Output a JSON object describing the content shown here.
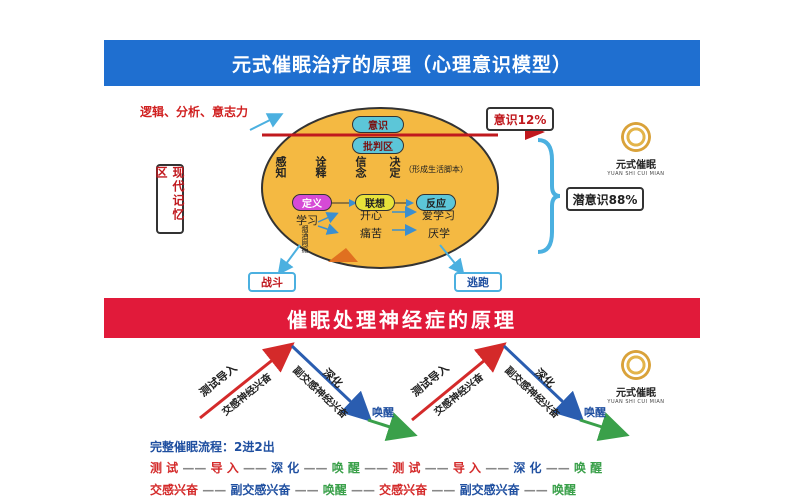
{
  "top_banner": "元式催眠治疗的原理（心理意识模型）",
  "bottom_banner": "催眠处理神经症的原理",
  "model": {
    "top_left_label": "逻辑、分析、意志力",
    "memory_area": "现代记忆区",
    "conscious_box": "意识12%",
    "subconscious_box": "潜意识88%",
    "pill_conscious": "意识",
    "pill_critical": "批判区",
    "row1": [
      "感知",
      "诠释",
      "信念",
      "决定"
    ],
    "script_note": "（形成生活脚本）",
    "pill_meaning": "定义",
    "pill_association": "联想",
    "pill_reaction": "反应",
    "learn": "学习",
    "happy": "开心",
    "love_learning": "爱学习",
    "pain": "痛苦",
    "hate_learning": "厌学",
    "small_vertical": "烟酒网瘾",
    "fight": "战斗",
    "flee": "逃跑"
  },
  "logo": {
    "name": "元式催眠",
    "sub": "YUAN SHI CUI MIAN"
  },
  "process": {
    "test_induce": "测试导入",
    "sympathetic": "交感神经兴奋",
    "deepen": "深化",
    "parasympathetic": "副交感神经兴奋",
    "awaken": "唤醒",
    "full_title": "完整催眠流程：2进2出",
    "row_red": [
      "测 试",
      "导 入",
      "深 化",
      "唤 醒",
      "测 试",
      "导 入",
      "深 化",
      "唤 醒"
    ],
    "row_blue": [
      "交感兴奋",
      "副交感兴奋",
      "唤醒",
      "交感兴奋",
      "副交感兴奋",
      "唤醒"
    ]
  },
  "colors": {
    "blue_banner": "#1f6fd0",
    "red_banner": "#e11a3a",
    "ellipse": "#f4b942"
  }
}
